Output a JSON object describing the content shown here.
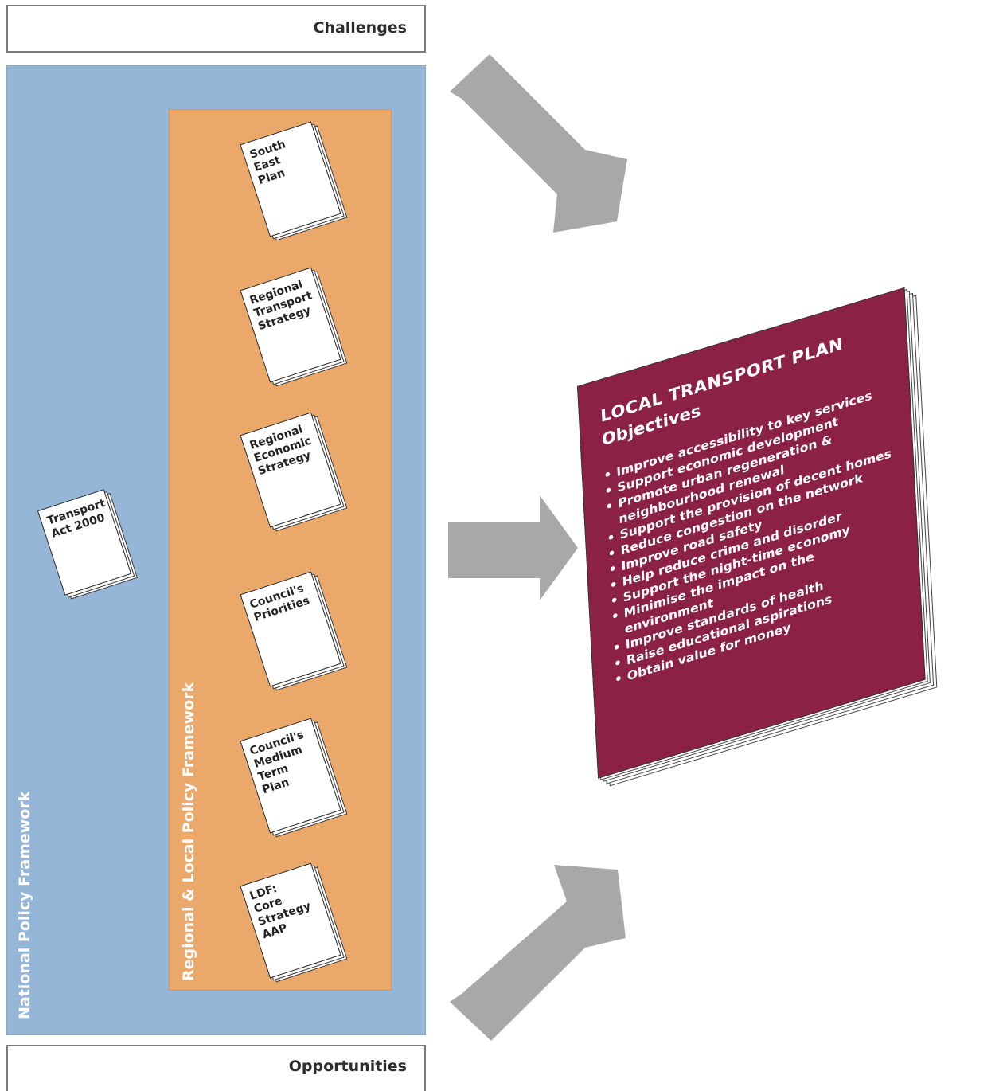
{
  "challenges": "Challenges",
  "opportunities": "Opportunities",
  "national_framework": "National Policy Framework",
  "regional_framework": "Regional & Local Policy Framework",
  "documents": {
    "transport_act": [
      "Transport",
      "Act 2000"
    ],
    "south_east_plan": [
      "South",
      "East",
      "Plan"
    ],
    "regional_transport_strategy": [
      "Regional",
      "Transport",
      "Strategy"
    ],
    "regional_economic_strategy": [
      "Regional",
      "Economic",
      "Strategy"
    ],
    "councils_priorities": [
      "Council's",
      "Priorities"
    ],
    "councils_medium_term_plan": [
      "Council's",
      "Medium",
      "Term",
      "Plan"
    ],
    "ldf": [
      "LDF:",
      "Core",
      "Strategy",
      "AAP"
    ]
  },
  "ltp": {
    "title": "LOCAL TRANSPORT PLAN",
    "subtitle": "Objectives",
    "objectives": [
      "Improve accessibility to key services",
      "Support economic development",
      "Promote urban regeneration & neighbourhood renewal",
      "Support the provision of decent homes",
      "Reduce congestion on the network",
      "Improve road safety",
      "Help reduce crime and disorder",
      "Support the night-time economy",
      "Minimise the impact on the environment",
      "Improve standards of health",
      "Raise educational aspirations",
      "Obtain value for money"
    ]
  },
  "colors": {
    "national_bg": "#95b6d6",
    "regional_bg": "#eaa86a",
    "ltp_cover": "#8b2245",
    "arrow": "#a8a8a8"
  }
}
